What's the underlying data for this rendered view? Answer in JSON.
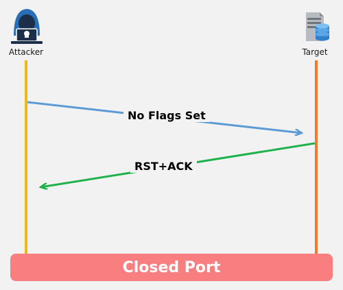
{
  "actors": {
    "attacker": {
      "label": "Attacker",
      "icon": "hacker-icon",
      "lifeline_color": "#f2b80f"
    },
    "target": {
      "label": "Target",
      "icon": "server-icon",
      "lifeline_color": "#ee7b2d"
    }
  },
  "messages": [
    {
      "label": "No Flags Set",
      "from": "attacker",
      "to": "target",
      "color": "#5b9bd5"
    },
    {
      "label": "RST+ACK",
      "from": "target",
      "to": "attacker",
      "color": "#1fb24a"
    }
  ],
  "status": {
    "label": "Closed Port",
    "color": "#f97e80"
  }
}
